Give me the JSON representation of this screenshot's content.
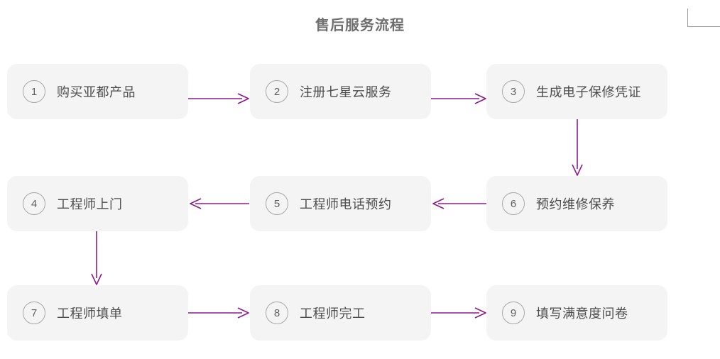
{
  "title": "售后服务流程",
  "theme": {
    "background": "#ffffff",
    "node_fill": "#f4f4f4",
    "node_text": "#4d4d4d",
    "number_ring": "#a8a8a8",
    "title_color": "#6f6f6f",
    "arrow_color": "#8e1a8e",
    "corner_mark_color": "#9a9a9a"
  },
  "nodes": [
    {
      "number": "1",
      "label": "购买亚都产品"
    },
    {
      "number": "2",
      "label": "注册七星云服务"
    },
    {
      "number": "3",
      "label": "生成电子保修凭证"
    },
    {
      "number": "4",
      "label": "工程师上门"
    },
    {
      "number": "5",
      "label": "工程师电话预约"
    },
    {
      "number": "6",
      "label": "预约维修保养"
    },
    {
      "number": "7",
      "label": "工程师填单"
    },
    {
      "number": "8",
      "label": "工程师完工"
    },
    {
      "number": "9",
      "label": "填写满意度问卷"
    }
  ],
  "connections": [
    {
      "from": "1",
      "to": "2",
      "direction": "right"
    },
    {
      "from": "2",
      "to": "3",
      "direction": "right"
    },
    {
      "from": "3",
      "to": "6",
      "direction": "down"
    },
    {
      "from": "6",
      "to": "5",
      "direction": "left"
    },
    {
      "from": "5",
      "to": "4",
      "direction": "left"
    },
    {
      "from": "4",
      "to": "7",
      "direction": "down"
    },
    {
      "from": "7",
      "to": "8",
      "direction": "right"
    },
    {
      "from": "8",
      "to": "9",
      "direction": "right"
    }
  ]
}
